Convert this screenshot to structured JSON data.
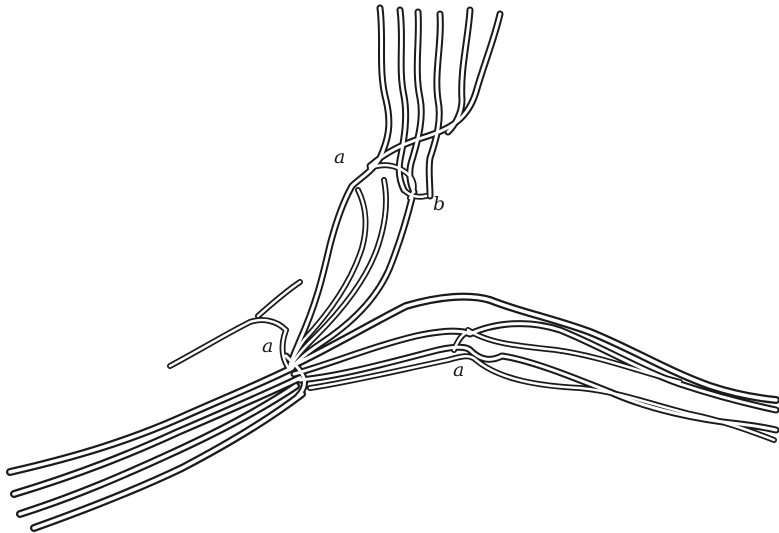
{
  "figure": {
    "labels": {
      "a_top": "a",
      "b": "b",
      "a_left": "a",
      "a_right": "a"
    },
    "colors": {
      "ink": "#1a1a1a",
      "paper": "#ffffff"
    }
  }
}
